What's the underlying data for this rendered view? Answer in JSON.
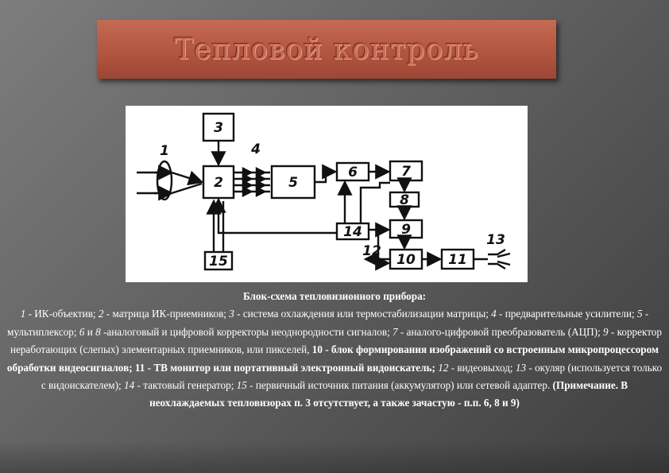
{
  "title": "Тепловой контроль",
  "diagram": {
    "blocks": [
      "3",
      "2",
      "5",
      "6",
      "7",
      "8",
      "9",
      "14",
      "10",
      "11",
      "15"
    ],
    "labels": [
      "1",
      "4",
      "12",
      "13"
    ]
  },
  "caption": {
    "heading": "Блок-схема тепловизионного прибора:",
    "n1": "1",
    "t1": " - ИК-объектив; ",
    "n2": "2",
    "t2": " - матрица ИК-приемников; ",
    "n3": "3",
    "t3": " - система охлаждения или термостабилизации матрицы; ",
    "n4": "4",
    "t4": " - предварительные усилители; ",
    "n5": "5",
    "t5": " - мультиплексор; ",
    "n6": "6",
    "t6a": " и ",
    "n8": "8",
    "t6b": " -аналоговый и цифровой корректоры неоднородности сигналов; ",
    "n7": "7",
    "t7": " - аналого-цифровой преобразователь (АЦП); ",
    "n9": "9",
    "t9": " - корректор неработающих (слепых) элементарных приемников, или пикселей, ",
    "t10": "10 - блок формирования изображений со встроенным микропроцессором обработки видеосигналов; 11 - ТВ монитор или портативный электронный видоискатель; ",
    "n12": "12",
    "t12": " - видеовыход; ",
    "n13": "13",
    "t13": " - окуляр (используется только с видоискателем); ",
    "n14": "14",
    "t14": " - тактовый генератор; ",
    "n15": "15",
    "t15": " - первичный источник питания (аккумулятор) или сетевой адаптер. ",
    "note": "(Примечание. В неохлаждаемых тепловизорах п. 3 отсутствует, а также зачастую - п.п. 6, 8 и 9)"
  }
}
